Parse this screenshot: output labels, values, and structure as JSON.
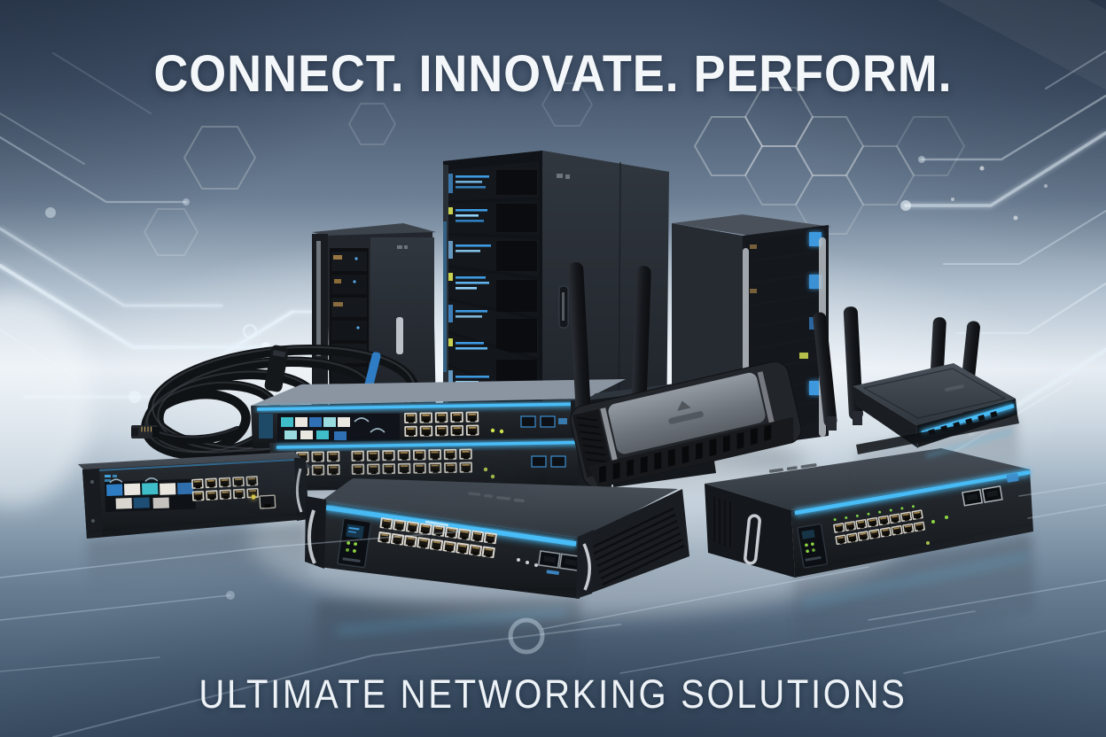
{
  "hero": {
    "headline": "CONNECT. INNOVATE. PERFORM.",
    "tagline": "ULTIMATE NETWORKING SOLUTIONS"
  },
  "palette": {
    "headline_color": "#f4f7fa",
    "tagline_color": "#edf2f7",
    "sky_dark": "#36465c",
    "horizon_light": "#e7edf3",
    "floor_dark": "#394c62",
    "led_cyan": "#49bdf8",
    "led_green": "#8ed641",
    "led_amber": "#e3c86a",
    "device_black": "#1b1f24",
    "device_gray": "#3e454d",
    "port_silver": "#d8d4ca",
    "antenna_black": "#17191d",
    "trace_white": "#e8f3fb"
  },
  "scene": {
    "devices": [
      {
        "name": "server-rack-left",
        "type": "server-rack"
      },
      {
        "name": "server-rack-center",
        "type": "server-rack",
        "led_color": "blue"
      },
      {
        "name": "server-rack-right",
        "type": "server-rack",
        "led_color": "blue"
      },
      {
        "name": "ethernet-cable-coil",
        "type": "cable",
        "connector": "RJ45"
      },
      {
        "name": "stacked-switch-upper",
        "type": "rack-switch",
        "visible_rj45_ports": 10
      },
      {
        "name": "stacked-switch-lower",
        "type": "rack-switch",
        "visible_rj45_ports": 22
      },
      {
        "name": "wireless-access-point",
        "type": "access-point",
        "antennas": 2
      },
      {
        "name": "wifi-router",
        "type": "router",
        "antennas": 4
      },
      {
        "name": "rack-switch-left",
        "type": "rack-switch",
        "visible_rj45_ports": 11
      },
      {
        "name": "rack-switch-center",
        "type": "rack-switch",
        "visible_rj45_ports": 18
      },
      {
        "name": "rack-switch-right",
        "type": "rack-switch",
        "visible_rj45_ports": 16
      }
    ]
  }
}
